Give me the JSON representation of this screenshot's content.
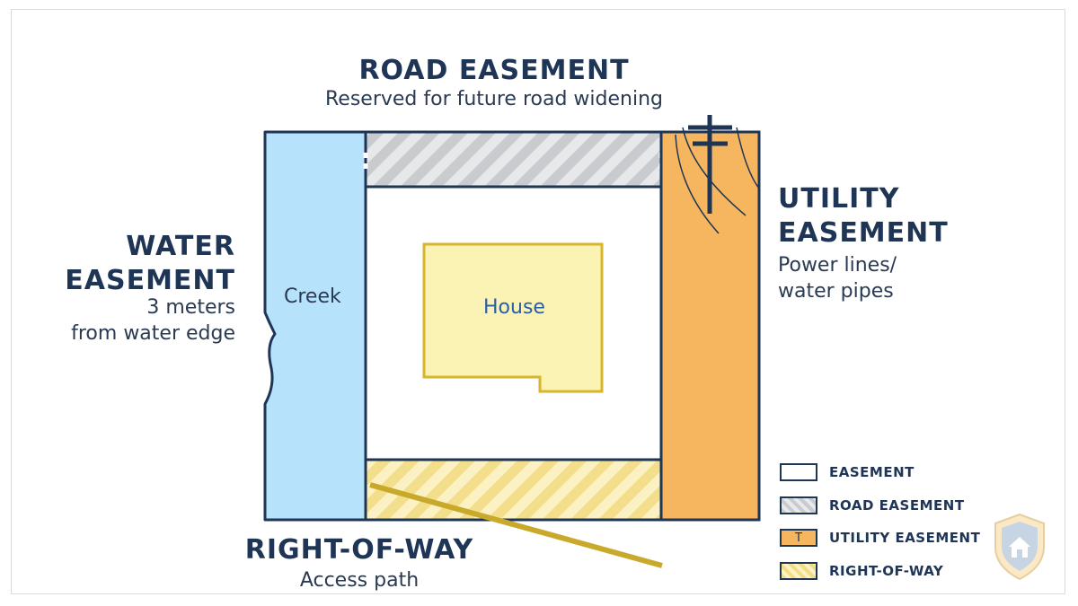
{
  "road": {
    "title": "ROAD EASEMENT",
    "subtitle": "Reserved for future road widening"
  },
  "water": {
    "title_line1": "WATER",
    "title_line2": "EASEMENT",
    "subtitle_line1": "3 meters",
    "subtitle_line2": "from water edge"
  },
  "utility": {
    "title_line1": "UTILITY",
    "title_line2": "EASEMENT",
    "subtitle_line1": "Power lines/",
    "subtitle_line2": "water pipes"
  },
  "right_of_way": {
    "title": "RIGHT-OF-WAY",
    "subtitle": "Access path"
  },
  "areas": {
    "creek": "Creek",
    "house": "House"
  },
  "legend": [
    {
      "label": "EASEMENT",
      "swatch": "plain"
    },
    {
      "label": "ROAD EASEMENT",
      "swatch": "hatch-grey"
    },
    {
      "label": "UTILITY EASEMENT",
      "swatch": "orange",
      "glyph": "T"
    },
    {
      "label": "RIGHT-OF-WAY",
      "swatch": "hatch-yellow"
    }
  ],
  "badge": {
    "icon": "house-shield-icon"
  },
  "colors": {
    "outline": "#1f3556",
    "creek": "#b6e3fb",
    "utility": "#f6b660",
    "house": "#faf3b4",
    "house_border": "#d7b52c",
    "road_hatch": "#c9cbcf",
    "row_hatch": "#f2dd86"
  }
}
